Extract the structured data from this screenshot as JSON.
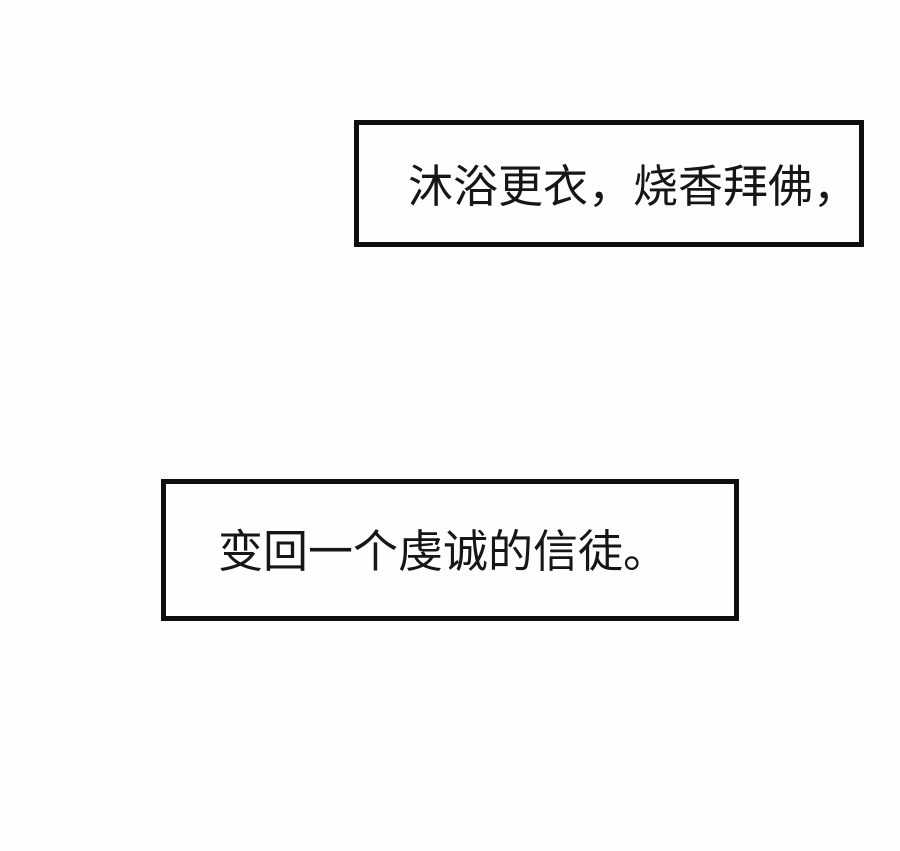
{
  "page": {
    "type": "comic-page",
    "background_color": "#fdfdfd",
    "caption_border_color": "#0e0e0e",
    "caption_background_color": "#fefefe",
    "text_color": "#161616",
    "captions": [
      {
        "text": "沐浴更衣，烧香拜佛，"
      },
      {
        "text": "变回一个虔诚的信徒。"
      }
    ]
  }
}
